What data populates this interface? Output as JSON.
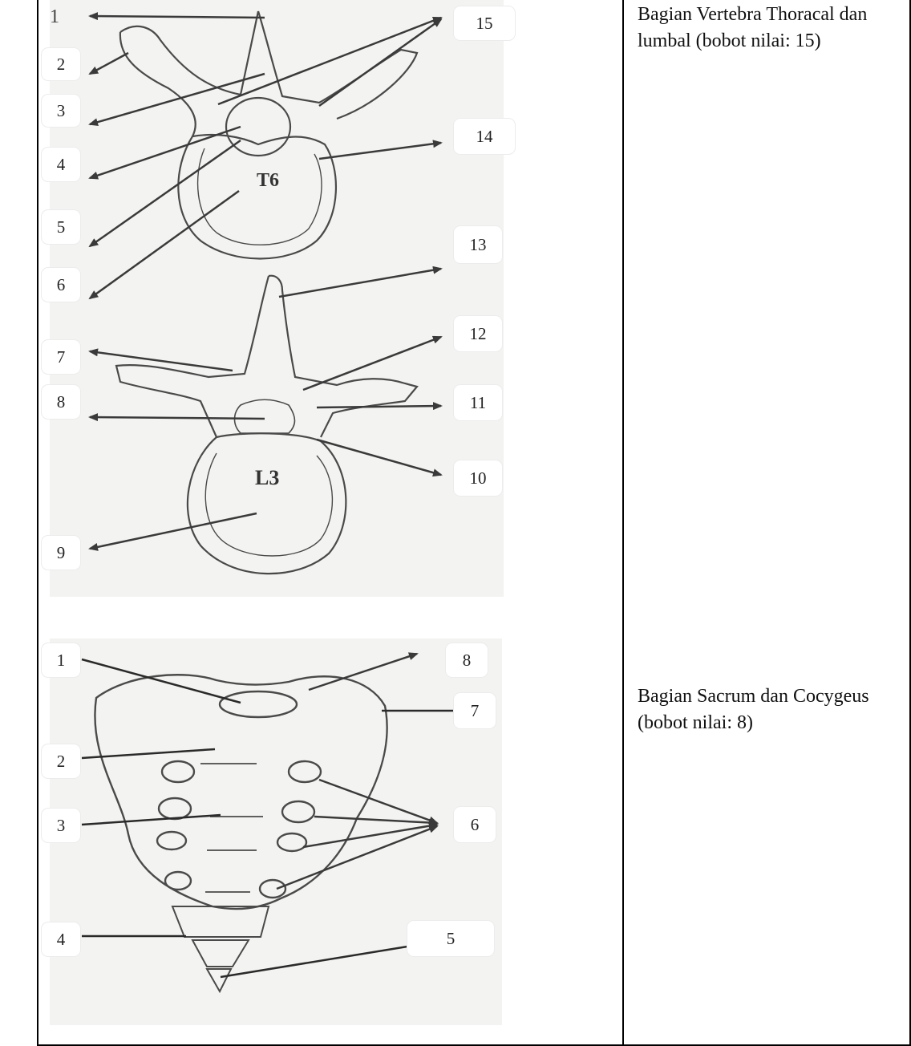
{
  "captions": {
    "vertebra": "Bagian Vertebra Thoracal dan lumbal (bobot nilai: 15)",
    "sacrum": "Bagian Sacrum dan Cocygeus (bobot nilai: 8)"
  },
  "figure_text": {
    "thoracic_body_label": "T6",
    "lumbar_body_label": "L3"
  },
  "vertebra_labels": {
    "l1": "1",
    "l2": "2",
    "l3": "3",
    "l4": "4",
    "l5": "5",
    "l6": "6",
    "l7": "7",
    "l8": "8",
    "l9": "9",
    "l10": "10",
    "l11": "11",
    "l12": "12",
    "l13": "13",
    "l14": "14",
    "l15": "15"
  },
  "sacrum_labels": {
    "l1": "1",
    "l2": "2",
    "l3": "3",
    "l4": "4",
    "l5": "5",
    "l6": "6",
    "l7": "7",
    "l8": "8"
  },
  "colors": {
    "line": "#000000",
    "arrow": "#3a3a3a",
    "panel": "#f3f3f1",
    "bone_stroke": "#4a4a4a"
  }
}
